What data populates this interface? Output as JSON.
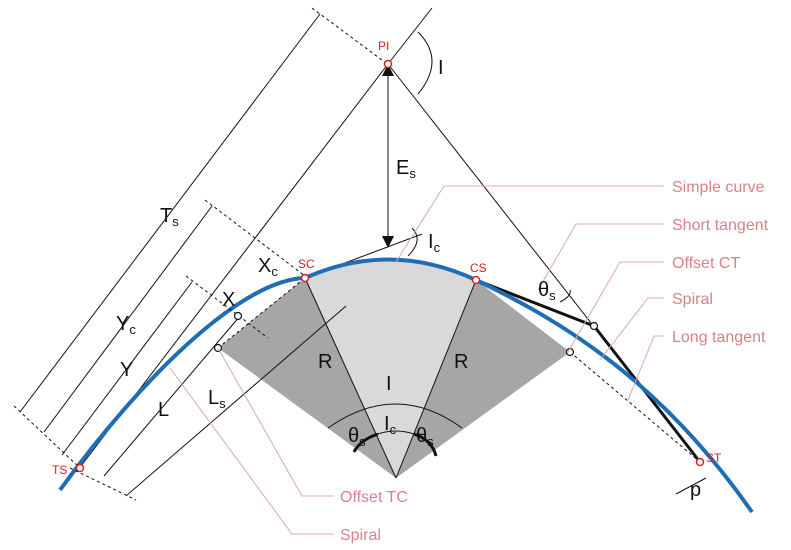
{
  "points": {
    "pi": "PI",
    "sc": "SC",
    "cs": "CS",
    "ts": "TS",
    "st": "ST"
  },
  "labels": {
    "I_outer": "I",
    "Es": "E",
    "Es_sub": "s",
    "Ts": "T",
    "Ts_sub": "s",
    "Ic_top": "I",
    "Ic_top_sub": "c",
    "Xc": "X",
    "Xc_sub": "c",
    "X": "X",
    "Yc": "Y",
    "Yc_sub": "c",
    "Y": "Y",
    "L": "L",
    "Ls": "L",
    "Ls_sub": "s",
    "R_left": "R",
    "R_right": "R",
    "I_center": "I",
    "Ic_center": "I",
    "Ic_center_sub": "c",
    "theta_left": "θ",
    "theta_left_sub": "s",
    "theta_right": "θ",
    "theta_right_sub": "s",
    "theta_cs": "θ",
    "theta_cs_sub": "s",
    "p": "p"
  },
  "callouts": {
    "simple_curve": "Simple curve",
    "short_tangent": "Short tangent",
    "offset_ct": "Offset CT",
    "spiral_right": "Spiral",
    "long_tangent": "Long tangent",
    "offset_tc": "Offset TC",
    "spiral_bottom": "Spiral"
  },
  "colors": {
    "curve": "#1f6db5",
    "sector_outer": "#a6a6a6",
    "sector_inner": "#d9d9d9",
    "point_label": "#d81f26",
    "callout": "#d9828a"
  }
}
